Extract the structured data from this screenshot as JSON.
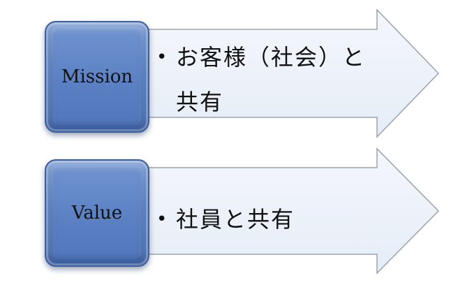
{
  "rows": [
    {
      "label": "Mission",
      "bullets": [
        "お客様（社会）と共有"
      ]
    },
    {
      "label": "Value",
      "bullets": [
        "社員と共有"
      ]
    }
  ],
  "colors": {
    "box_fill": "#5b82c4",
    "box_border": "#3d5f9e",
    "arrow_fill": "#eef3fa",
    "arrow_stroke": "#9aa3ad",
    "text": "#111111"
  },
  "icons": {
    "bullet": "bullet-dot-icon"
  }
}
